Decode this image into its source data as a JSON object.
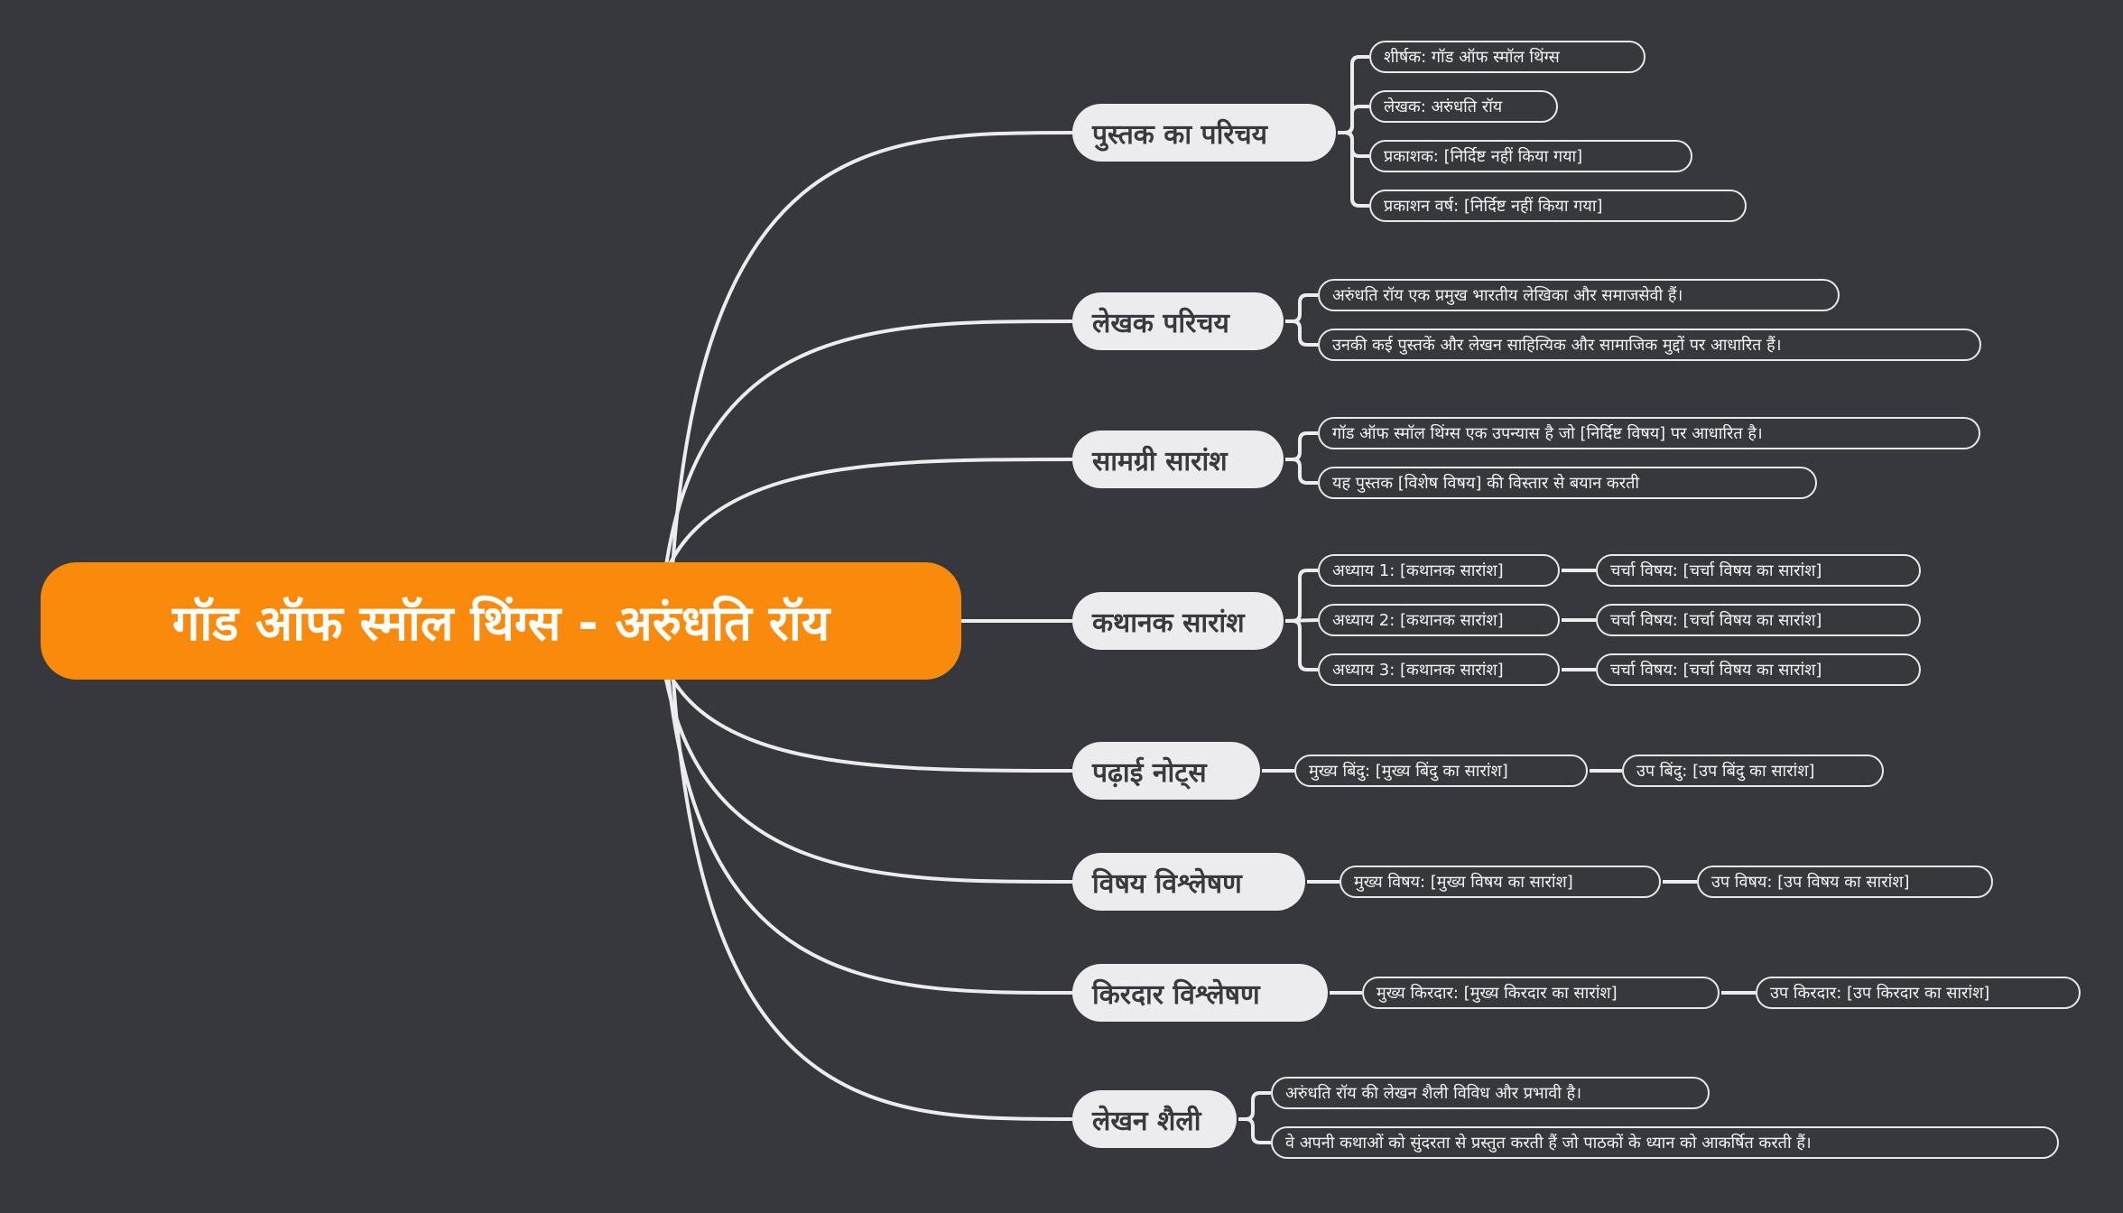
{
  "root": {
    "label": "गॉड ऑफ स्मॉल थिंग्स - अरुंधति रॉय"
  },
  "colors": {
    "background": "#36383d",
    "root": "#f98a0b",
    "topic": "#ececee",
    "line": "#ececee"
  },
  "topics": [
    {
      "label": "पुस्तक का परिचय",
      "children": [
        {
          "label": "शीर्षक: गॉड ऑफ स्मॉल थिंग्स"
        },
        {
          "label": "लेखक: अरुंधति रॉय"
        },
        {
          "label": "प्रकाशक: [निर्दिष्ट नहीं किया गया]"
        },
        {
          "label": "प्रकाशन वर्ष: [निर्दिष्ट नहीं किया गया]"
        }
      ]
    },
    {
      "label": "लेखक परिचय",
      "children": [
        {
          "label": "अरुंधति रॉय एक प्रमुख भारतीय लेखिका और समाजसेवी हैं।"
        },
        {
          "label": "उनकी कई पुस्तकें और लेखन साहित्यिक और सामाजिक मुद्दों पर आधारित हैं।"
        }
      ]
    },
    {
      "label": "सामग्री सारांश",
      "children": [
        {
          "label": "गॉड ऑफ स्मॉल थिंग्स एक उपन्यास है जो [निर्दिष्ट विषय] पर आधारित है।"
        },
        {
          "label": "यह पुस्तक [विशेष विषय] की विस्तार से बयान करती"
        }
      ]
    },
    {
      "label": "कथानक सारांश",
      "children": [
        {
          "label": "अध्याय 1: [कथानक सारांश]",
          "child": "चर्चा विषय: [चर्चा विषय का सारांश]"
        },
        {
          "label": "अध्याय 2: [कथानक सारांश]",
          "child": "चर्चा विषय: [चर्चा विषय का सारांश]"
        },
        {
          "label": "अध्याय 3: [कथानक सारांश]",
          "child": "चर्चा विषय: [चर्चा विषय का सारांश]"
        }
      ]
    },
    {
      "label": "पढ़ाई नोट्स",
      "children": [
        {
          "label": "मुख्य बिंदु: [मुख्य बिंदु का सारांश]",
          "child": "उप बिंदु: [उप बिंदु का सारांश]"
        }
      ]
    },
    {
      "label": "विषय विश्लेषण",
      "children": [
        {
          "label": "मुख्य विषय: [मुख्य विषय का सारांश]",
          "child": "उप विषय: [उप विषय का सारांश]"
        }
      ]
    },
    {
      "label": "किरदार विश्लेषण",
      "children": [
        {
          "label": "मुख्य किरदार: [मुख्य किरदार का सारांश]",
          "child": "उप किरदार: [उप किरदार का सारांश]"
        }
      ]
    },
    {
      "label": "लेखन शैली",
      "children": [
        {
          "label": "अरुंधति रॉय की लेखन शैली विविध और प्रभावी है।"
        },
        {
          "label": "वे अपनी कथाओं को सुंदरता से प्रस्तुत करती हैं जो पाठकों के ध्यान को आकर्षित करती हैं।"
        }
      ]
    }
  ]
}
